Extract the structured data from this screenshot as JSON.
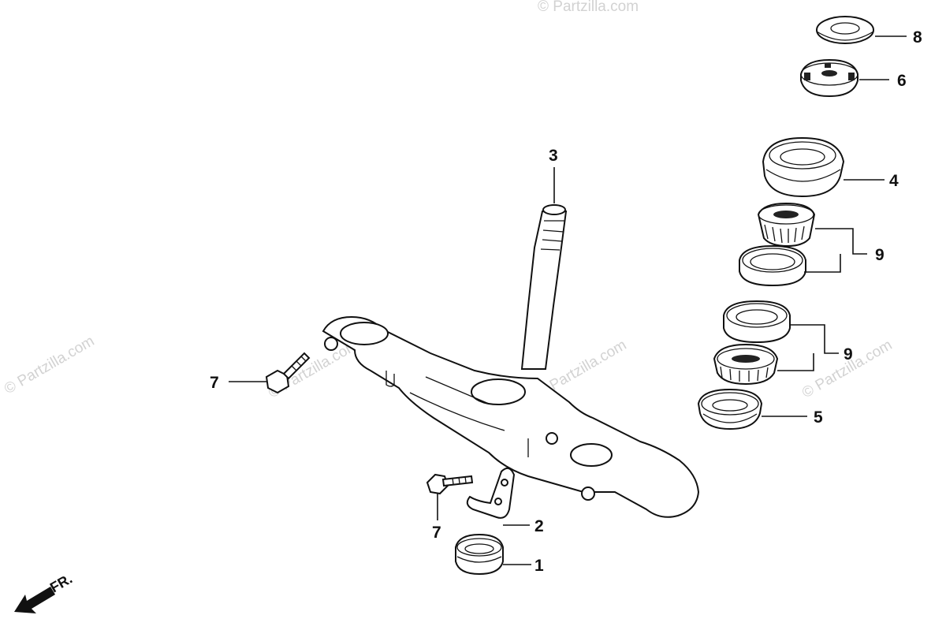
{
  "watermark": {
    "text": "© Partzilla.com"
  },
  "front_marker": {
    "label": "FR."
  },
  "callouts": {
    "c1": "1",
    "c2": "2",
    "c3": "3",
    "c4": "4",
    "c5": "5",
    "c6": "6",
    "c7a": "7",
    "c7b": "7",
    "c8": "8",
    "c9a": "9",
    "c9b": "9"
  },
  "colors": {
    "line": "#111111",
    "watermark": "#d2d2d2",
    "background": "#ffffff"
  }
}
